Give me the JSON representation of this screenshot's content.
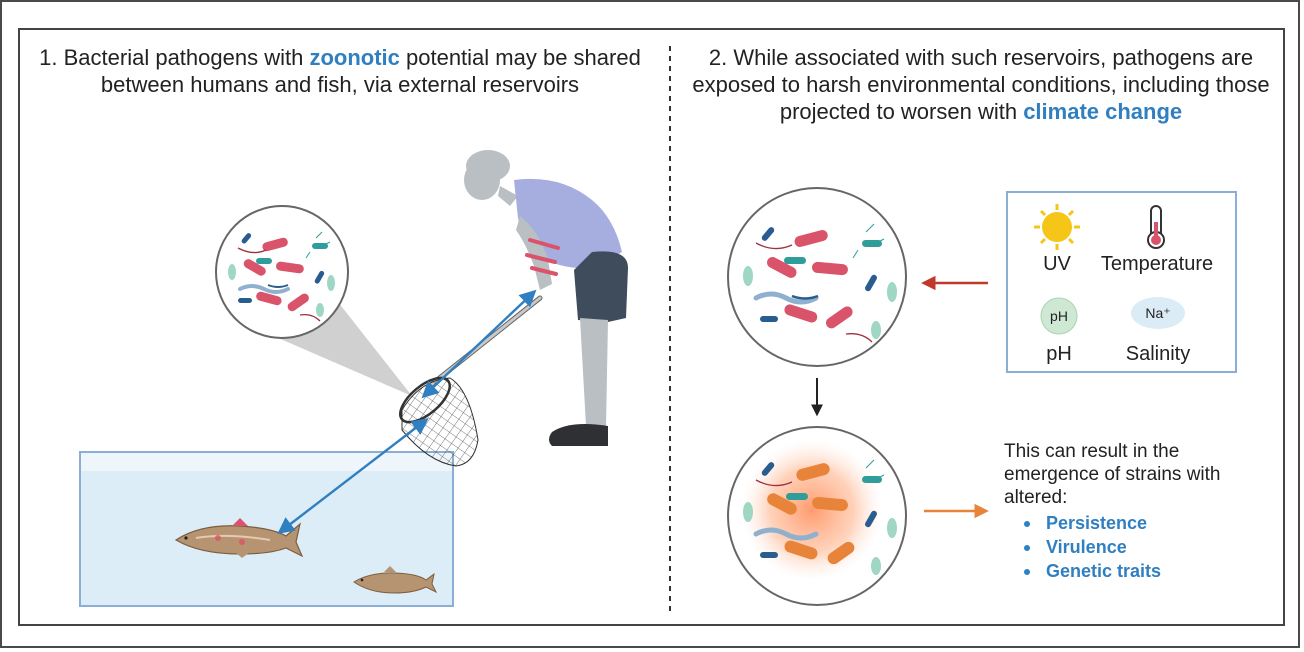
{
  "panel1": {
    "heading_pre": "1.  Bacterial pathogens with ",
    "heading_highlight": "zoonotic",
    "heading_post": " potential may be shared between humans and fish, via external reservoirs"
  },
  "panel2": {
    "heading_pre": "2. While associated with such reservoirs, pathogens are exposed to harsh environmental conditions, including those projected to worsen with ",
    "heading_highlight": "climate change",
    "stressors": {
      "uv": "UV",
      "temperature": "Temperature",
      "ph_badge": "pH",
      "ph": "pH",
      "salinity_badge": "Na⁺",
      "salinity": "Salinity"
    },
    "result_text": "This can result in the emergence of strains with altered:",
    "outcomes": [
      "Persistence",
      "Virulence",
      "Genetic traits"
    ]
  },
  "colors": {
    "highlight": "#2f7fc1",
    "bacteria_pink": "#d9546a",
    "bacteria_orange": "#e8843a",
    "bacteria_teal": "#2f9e9a",
    "stress_arrow": "#c0392b",
    "result_arrow": "#e8843a",
    "water": "#cfe6f3",
    "sun": "#f5c518"
  }
}
